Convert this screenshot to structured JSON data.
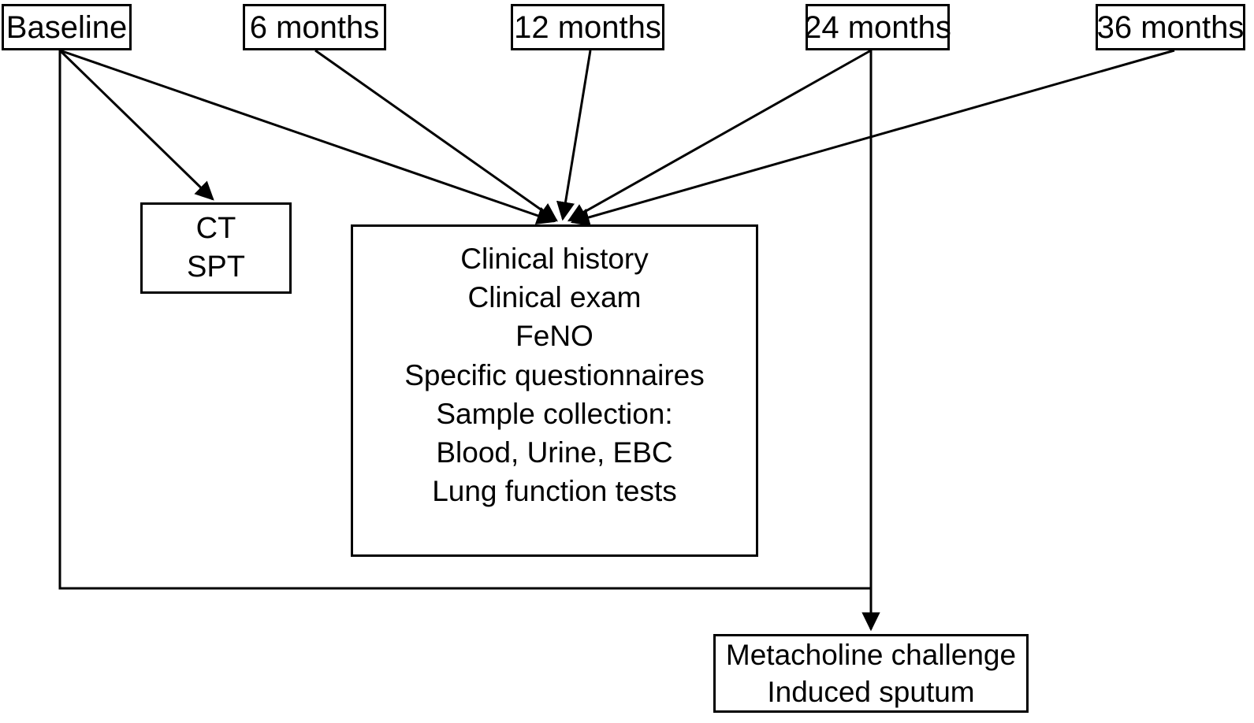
{
  "figure": {
    "type": "flowchart",
    "title": "Study visit schedule flow diagram",
    "background_color": "#ffffff",
    "line_color": "#000000",
    "text_color": "#000000"
  },
  "timepoints": [
    {
      "id": "baseline",
      "label": "Baseline"
    },
    {
      "id": "m6",
      "label": "6 months"
    },
    {
      "id": "m12",
      "label": "12 months"
    },
    {
      "id": "m24",
      "label": "24 months"
    },
    {
      "id": "m36",
      "label": "36 months"
    }
  ],
  "nodes": {
    "ct_spt": {
      "lines": [
        "CT",
        "SPT"
      ]
    },
    "assessments": {
      "lines": [
        "Clinical history",
        "Clinical exam",
        "FeNO",
        "Specific questionnaires",
        "Sample collection:",
        "Blood, Urine, EBC",
        "Lung function tests"
      ]
    },
    "metacholine": {
      "lines": [
        "Metacholine challenge",
        "Induced sputum"
      ]
    }
  },
  "edges": [
    {
      "from": "baseline",
      "to": "ct_spt",
      "style": "arrow"
    },
    {
      "from": "baseline",
      "to": "assessments",
      "style": "arrow"
    },
    {
      "from": "m6",
      "to": "assessments",
      "style": "arrow"
    },
    {
      "from": "m12",
      "to": "assessments",
      "style": "arrow"
    },
    {
      "from": "m24",
      "to": "assessments",
      "style": "arrow"
    },
    {
      "from": "m36",
      "to": "assessments",
      "style": "arrow"
    },
    {
      "from": "baseline",
      "to": "metacholine",
      "style": "elbow-arrow"
    },
    {
      "from": "m24",
      "to": "metacholine",
      "style": "arrow"
    }
  ]
}
